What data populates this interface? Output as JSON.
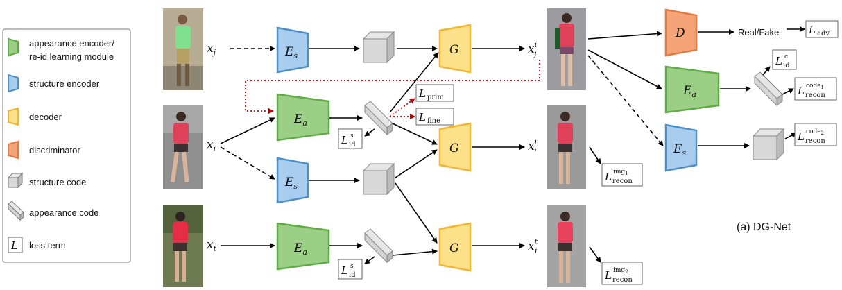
{
  "colors": {
    "appearance_fill": "#9ccf86",
    "appearance_stroke": "#5fab45",
    "structure_fill": "#a8cdee",
    "structure_stroke": "#4d8fc8",
    "decoder_fill": "#fde08a",
    "decoder_stroke": "#f2b632",
    "discriminator_fill": "#f5a477",
    "discriminator_stroke": "#e5793f",
    "dotted_arrow": "#c00000"
  },
  "legend": {
    "appearance_1": "appearance encoder/",
    "appearance_2": "re-id learning module",
    "structure": "structure encoder",
    "decoder": "decoder",
    "discriminator": "discriminator",
    "structure_code": "structure code",
    "appearance_code": "appearance code",
    "loss_symbol": "L",
    "loss_term": "loss term"
  },
  "inputs": {
    "xj": {
      "base": "x",
      "sub": "j"
    },
    "xi": {
      "base": "x",
      "sub": "i"
    },
    "xt": {
      "base": "x",
      "sub": "t"
    }
  },
  "outputs": {
    "xji": {
      "base": "x",
      "sub": "j",
      "sup": "i"
    },
    "xii": {
      "base": "x",
      "sub": "i",
      "sup": "i"
    },
    "xti": {
      "base": "x",
      "sub": "i",
      "sup": "t"
    }
  },
  "modules": {
    "E": "E",
    "G": "G",
    "D": "D",
    "s": "s",
    "a": "a"
  },
  "losses": {
    "L": "L",
    "prim": "prim",
    "fine": "fine",
    "id": "id",
    "s": "s",
    "c": "c",
    "adv": "adv",
    "recon": "recon",
    "img1": "img",
    "img1_idx": "1",
    "img2": "img",
    "img2_idx": "2",
    "code1": "code",
    "code1_idx": "1",
    "code2": "code",
    "code2_idx": "2"
  },
  "real_fake": "Real/Fake",
  "caption": "(a) DG-Net"
}
